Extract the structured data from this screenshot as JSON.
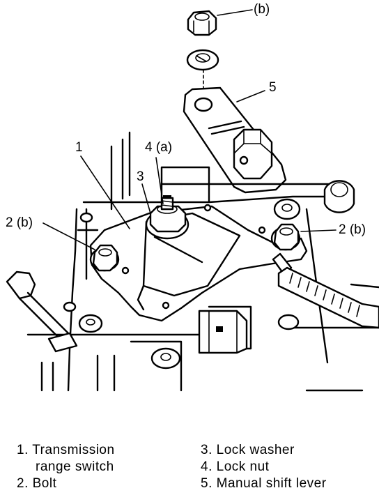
{
  "callouts": {
    "b_top": "(b)",
    "five": "5",
    "one": "1",
    "four_a": "4 (a)",
    "three": "3",
    "two_b_left": "2 (b)",
    "two_b_right": "2 (b)"
  },
  "legend": {
    "item1_line1": "1. Transmission",
    "item1_line2": "range switch",
    "item2": "2. Bolt",
    "item3": "3. Lock washer",
    "item4": "4. Lock nut",
    "item5": "5. Manual shift lever"
  }
}
